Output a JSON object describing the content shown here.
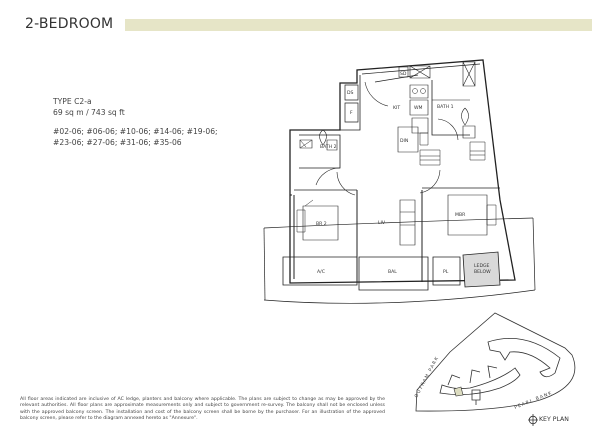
{
  "header": {
    "title": "2-BEDROOM",
    "accent_color": "#e6e5c7"
  },
  "unit": {
    "type": "TYPE C2-a",
    "area": "69 sq m / 743 sq ft",
    "units_line1": "#02-06;  #06-06;  #10-06;  #14-06;  #19-06;",
    "units_line2": "#23-06;  #27-06;  #31-06;  #35-06"
  },
  "floor_plan": {
    "rooms": {
      "sd": "SD",
      "ds": "DS",
      "f": "F",
      "kit": "KIT",
      "wm": "WM",
      "bath1": "BATH 1",
      "din": "DIN",
      "bath2": "BATH 2",
      "br2": "BR 2",
      "liv": "LIV",
      "mbr": "MBR",
      "ac": "A/C",
      "bal": "BAL",
      "pl": "PL",
      "ledge_line1": "LEDGE",
      "ledge_line2": "BELOW"
    },
    "ledge_color": "#d9d9d9"
  },
  "key_plan": {
    "label": "KEY PLAN",
    "street_left": "OUTRAM PARK",
    "street_right": "PEARL BANK",
    "highlight_color": "#dcdcc0"
  },
  "disclaimer": "All floor areas indicated are inclusive of AC ledge, planters and balcony where applicable. The plans are subject to change as may be approved by the relevant authorities. All floor plans are approximate measurements only and subject to government re-survey. The balcony shall not be enclosed unless with the approved balcony screen. The installation and cost of the balcony screen shall be borne by the purchaser. For an illustration of the approved balcony screen, please refer to the diagram annexed hereto as \"Annexure\"."
}
